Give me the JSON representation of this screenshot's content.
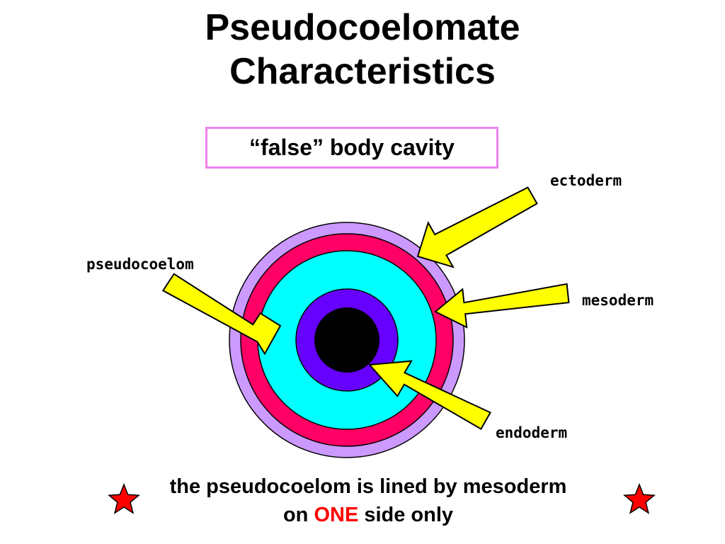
{
  "slide": {
    "title_line1": "Pseudocoelomate",
    "title_line2": "Characteristics",
    "callout": "“false” body cavity",
    "labels": {
      "ectoderm": "ectoderm",
      "mesoderm": "mesoderm",
      "endoderm": "endoderm",
      "pseudocoelom": "pseudocoelom"
    },
    "summary": {
      "line1": "the pseudocoelom is lined by mesoderm",
      "line2_pre": "on",
      "line2_emphasis": "ONE",
      "line2_post": "side only"
    }
  },
  "colors": {
    "ectoderm": "#cc99ff",
    "mesoderm": "#ff0066",
    "pseudocoelom": "#00ffff",
    "endoderm": "#6600ff",
    "gut": "#000000",
    "arrow_fill": "#ffff00",
    "callout_border": "#ee82ee",
    "emphasis": "#ff0000",
    "star": "#ff0000"
  },
  "icons": [
    "arrow-icon",
    "star-icon"
  ]
}
